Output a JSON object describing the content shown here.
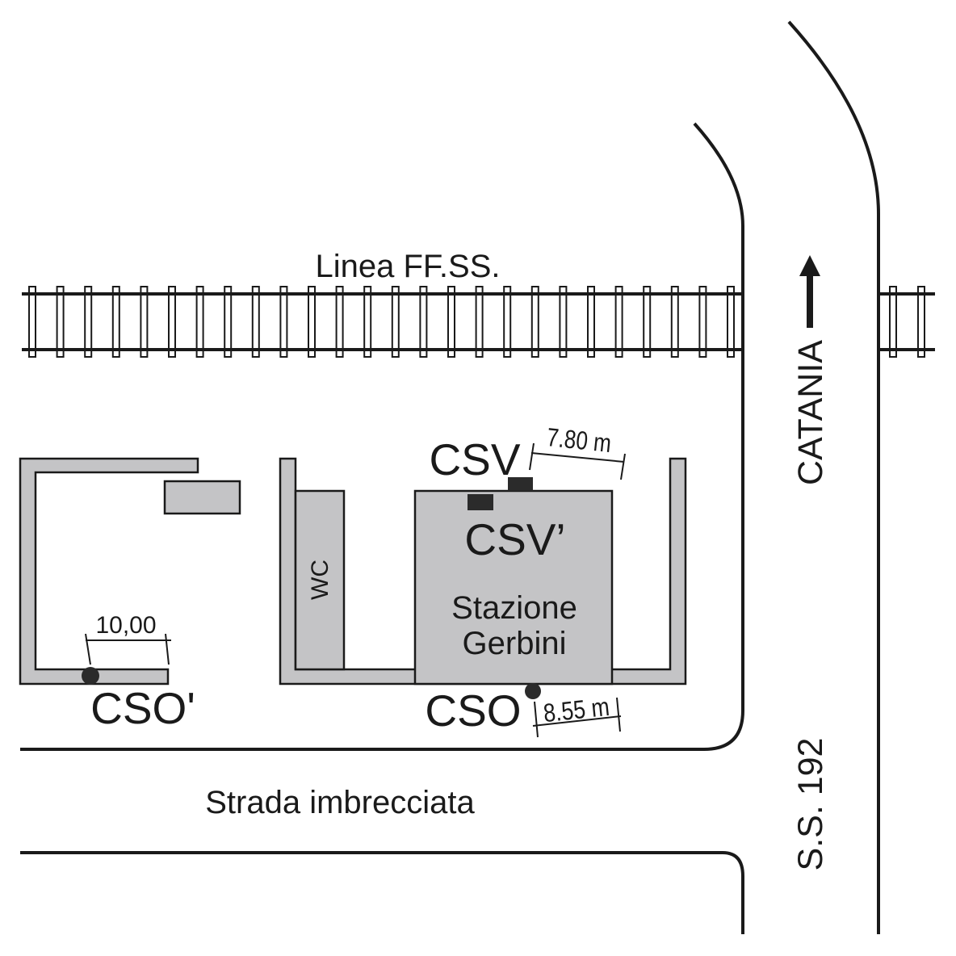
{
  "labels": {
    "railway": "Linea FF.SS.",
    "direction": "CATANIA",
    "highway": "S.S. 192",
    "gravel_road": "Strada imbrecciata",
    "station_line1": "Stazione",
    "station_line2": "Gerbini",
    "wc": "WC",
    "csv": "CSV",
    "csv_prime": "CSV’",
    "cso": "CSO",
    "cso_prime": "CSO'"
  },
  "dimensions": {
    "csv_offset": "7.80 m",
    "cso_offset": "8.55 m",
    "cso_prime_span": "10,00"
  },
  "colors": {
    "line": "#1a1a1a",
    "building_fill": "#c4c4c6",
    "marker": "#2b2b2b",
    "background": "#ffffff"
  }
}
